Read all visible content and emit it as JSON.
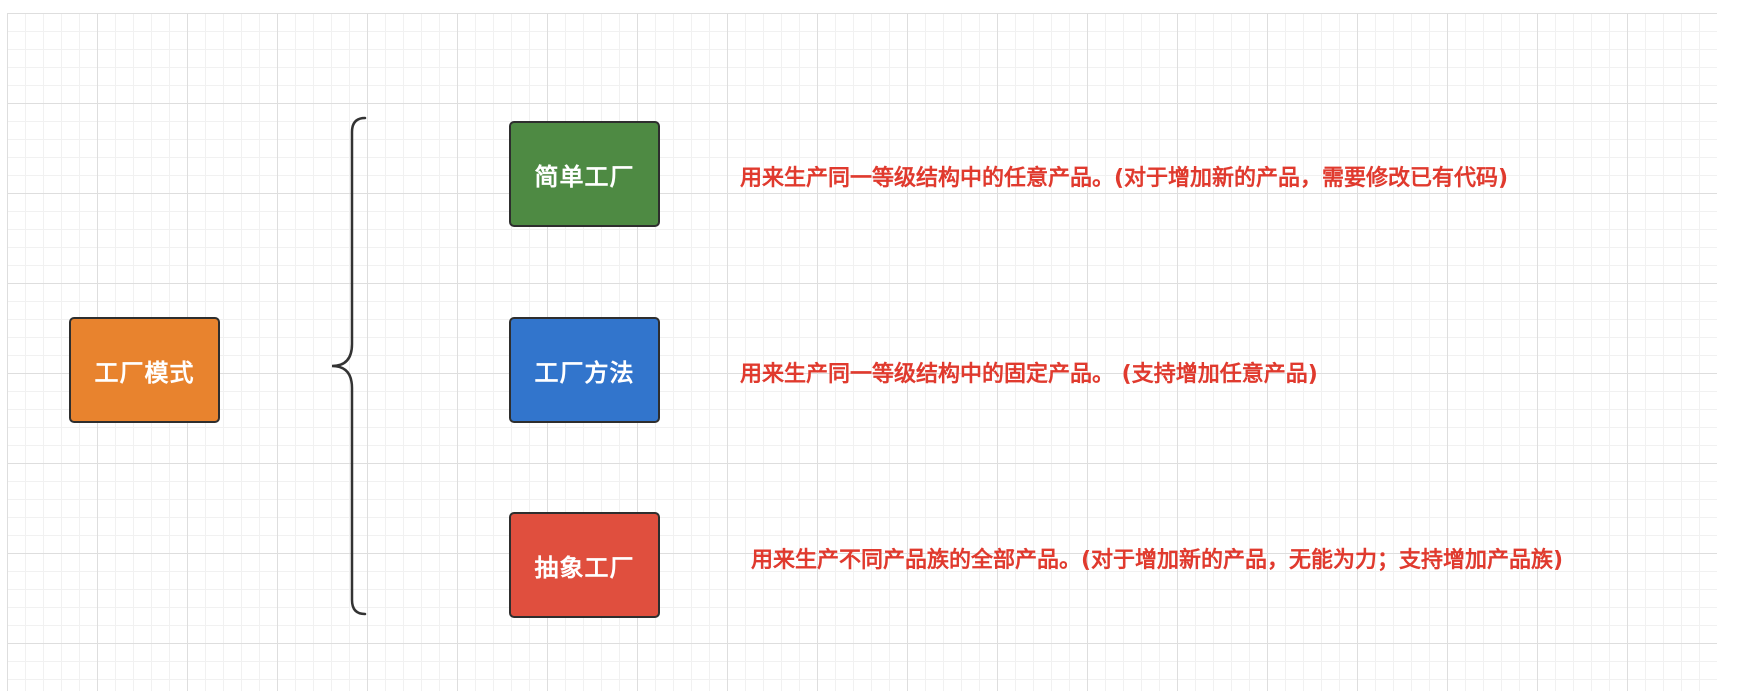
{
  "diagram": {
    "root": {
      "label": "工厂模式",
      "color": "#e8832e"
    },
    "children": [
      {
        "label": "简单工厂",
        "color": "#4e8a43",
        "description": "用来生产同一等级结构中的任意产品。(对于增加新的产品，需要修改已有代码)"
      },
      {
        "label": "工厂方法",
        "color": "#3275cc",
        "description": "用来生产同一等级结构中的固定产品。 (支持增加任意产品)"
      },
      {
        "label": "抽象工厂",
        "color": "#e04f3e",
        "description": "用来生产不同产品族的全部产品。(对于增加新的产品，无能为力；支持增加产品族)"
      }
    ],
    "description_color": "#e03a2e"
  }
}
